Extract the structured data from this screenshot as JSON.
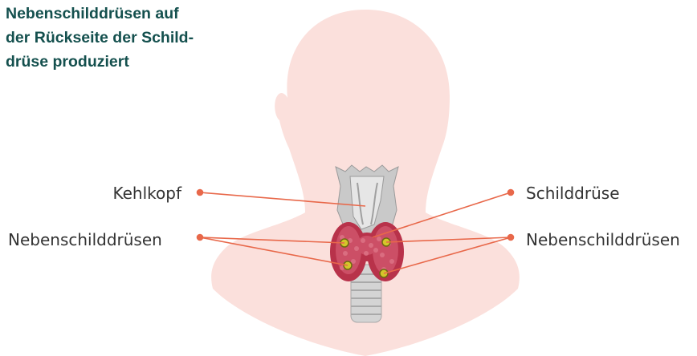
{
  "title": {
    "line1": "Nebenschilddrüsen auf",
    "line2": "der Rückseite der Schild-",
    "line3": "drüse produziert"
  },
  "labels": {
    "kehlkopf": "Kehlkopf",
    "nebenschilddruesen_left": "Nebenschilddrüsen",
    "schilddruese": "Schilddrüse",
    "nebenschilddruesen_right": "Nebenschilddrüsen"
  },
  "colors": {
    "title": "#14504e",
    "label_text": "#333333",
    "leader_line": "#e8684a",
    "silhouette": "#fbe0dc",
    "thyroid": "#b8324a",
    "parathyroid": "#d4c62a",
    "cartilage": "#c9c9c9"
  }
}
